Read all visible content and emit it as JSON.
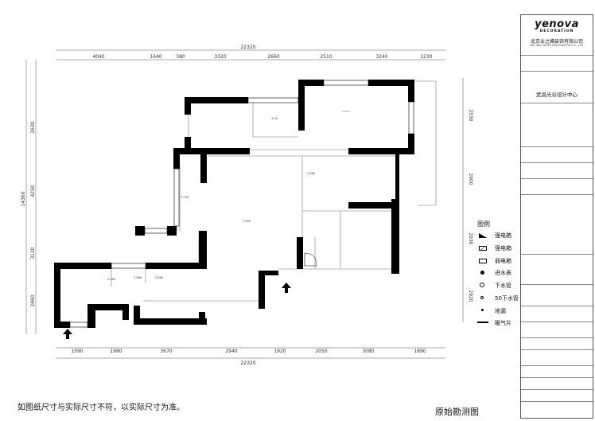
{
  "plan": {
    "top_dims": [
      "4040",
      "1640",
      "380",
      "3320",
      "2660",
      "2510",
      "3240",
      "1230"
    ],
    "top_total": "22320",
    "bottom_dims": [
      "1590",
      "1980",
      "3670",
      "2940",
      "1920",
      "2050",
      "3080",
      "1890"
    ],
    "bottom_total": "22320",
    "left_dims": [
      "2630",
      "4250",
      "3120",
      "2460"
    ],
    "left_total": "14360",
    "right_dims": [
      "2530",
      "2900",
      "2930",
      "2920"
    ],
    "room_marks": [
      "3.06",
      "2.856",
      "3.036",
      "2.886",
      "2.886",
      "2.886",
      "2.886"
    ]
  },
  "legend": {
    "title": "图例",
    "items": [
      "强电箱",
      "强电箱",
      "弱电箱",
      "进水表",
      "下水管",
      "50下水管",
      "地漏",
      "暖气片"
    ]
  },
  "title_block": {
    "brand": "yenova",
    "brand_sub": "DECORATION",
    "company": "北京业之峰装饰有限公司",
    "company_en": "BEI JING YEAFE DECORATION CO., LTD",
    "project": "武昌光谷设计中心"
  },
  "footnote": "如图纸尺寸与实际尺寸不符，以实际尺寸为准。",
  "caption": "原始勘测图"
}
